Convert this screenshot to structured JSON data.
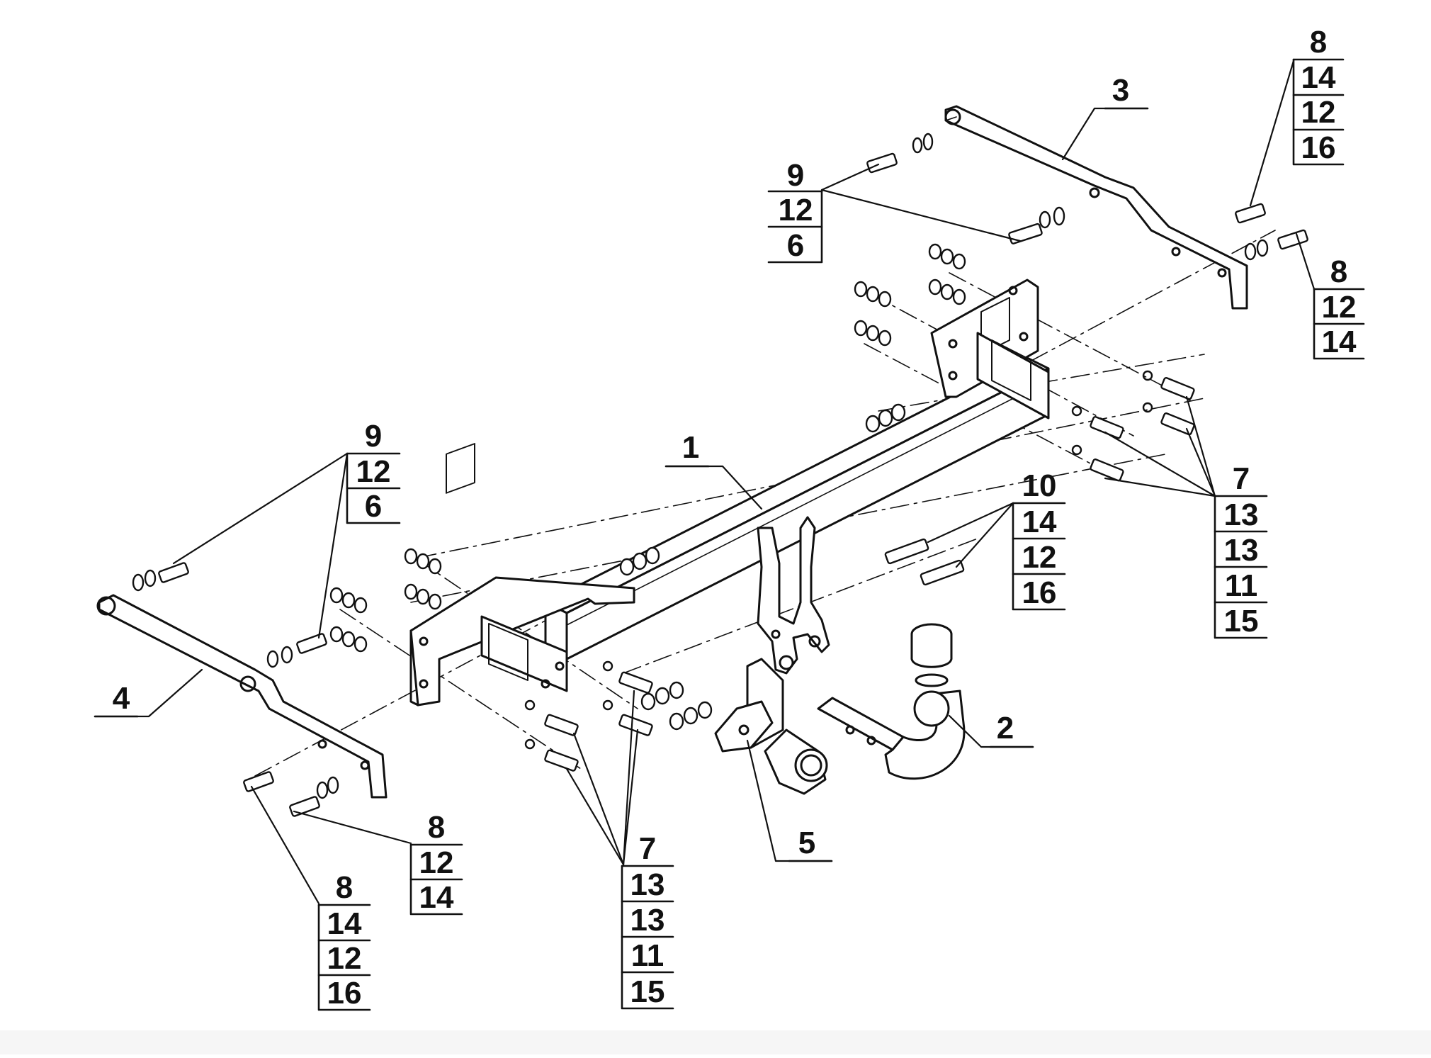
{
  "diagram": {
    "callouts": [
      {
        "id": "part-1",
        "label": "1"
      },
      {
        "id": "part-2",
        "label": "2"
      },
      {
        "id": "part-3",
        "label": "3"
      },
      {
        "id": "part-4",
        "label": "4"
      },
      {
        "id": "part-5",
        "label": "5"
      }
    ],
    "groups": [
      {
        "id": "group-top-left-9",
        "head": "9",
        "rows": [
          "12",
          "6"
        ]
      },
      {
        "id": "group-top-right-8a",
        "head": "8",
        "rows": [
          "14",
          "12",
          "16"
        ]
      },
      {
        "id": "group-right-8b",
        "head": "8",
        "rows": [
          "12",
          "14"
        ]
      },
      {
        "id": "group-left-9",
        "head": "9",
        "rows": [
          "12",
          "6"
        ]
      },
      {
        "id": "group-right-7",
        "head": "7",
        "rows": [
          "13",
          "13",
          "11",
          "15"
        ]
      },
      {
        "id": "group-center-10",
        "head": "10",
        "rows": [
          "14",
          "12",
          "16"
        ]
      },
      {
        "id": "group-bottom-8a",
        "head": "8",
        "rows": [
          "12",
          "14"
        ]
      },
      {
        "id": "group-bottom-7",
        "head": "7",
        "rows": [
          "13",
          "13",
          "11",
          "15"
        ]
      },
      {
        "id": "group-bottom-8b",
        "head": "8",
        "rows": [
          "14",
          "12",
          "16"
        ]
      }
    ]
  },
  "colors": {
    "ink": "#111111",
    "background": "#ffffff",
    "footer": "#f6f6f6"
  }
}
